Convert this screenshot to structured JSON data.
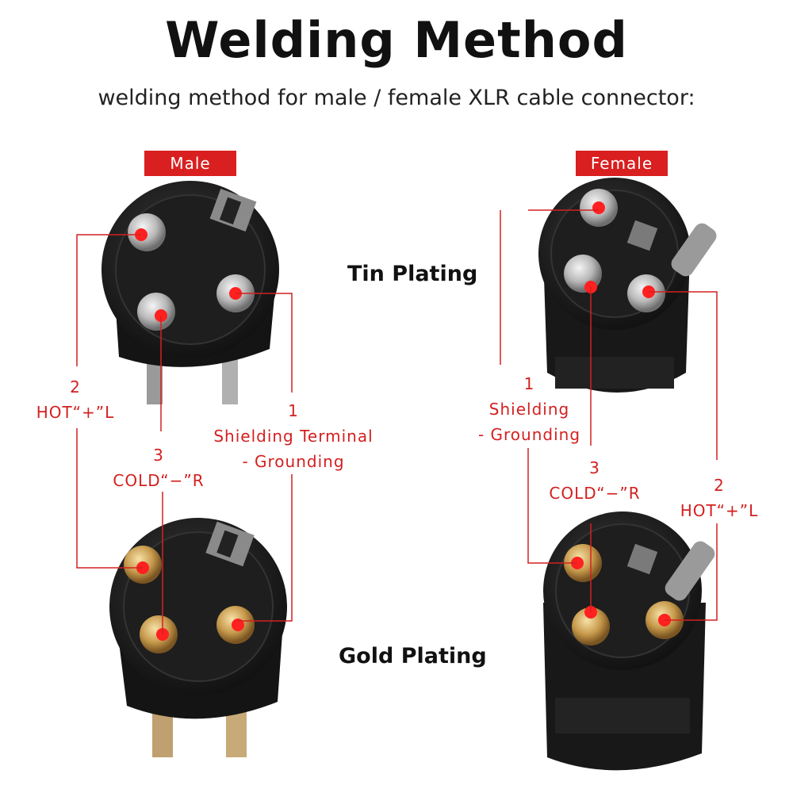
{
  "title": "Welding Method",
  "subtitle": "welding method for male / female XLR cable connector:",
  "badges": {
    "male": "Male",
    "female": "Female"
  },
  "plating": {
    "tin": "Tin Plating",
    "gold": "Gold Plating"
  },
  "male_labels": {
    "hot": {
      "pin": "2",
      "text": "HOT“+”L"
    },
    "cold": {
      "pin": "3",
      "text": "COLD“−”R"
    },
    "shield": {
      "pin": "1",
      "line1": "Shielding Terminal",
      "line2": "- Grounding"
    }
  },
  "female_labels": {
    "shield": {
      "pin": "1",
      "line1": "Shielding",
      "line2": "- Grounding"
    },
    "cold": {
      "pin": "3",
      "text": "COLD“−”R"
    },
    "hot": {
      "pin": "2",
      "text": "HOT“+”L"
    }
  },
  "colors": {
    "accent": "#d91f1f",
    "connector": "#1a1a1a",
    "tin": "#c8c8c8",
    "gold": "#c8a050"
  }
}
